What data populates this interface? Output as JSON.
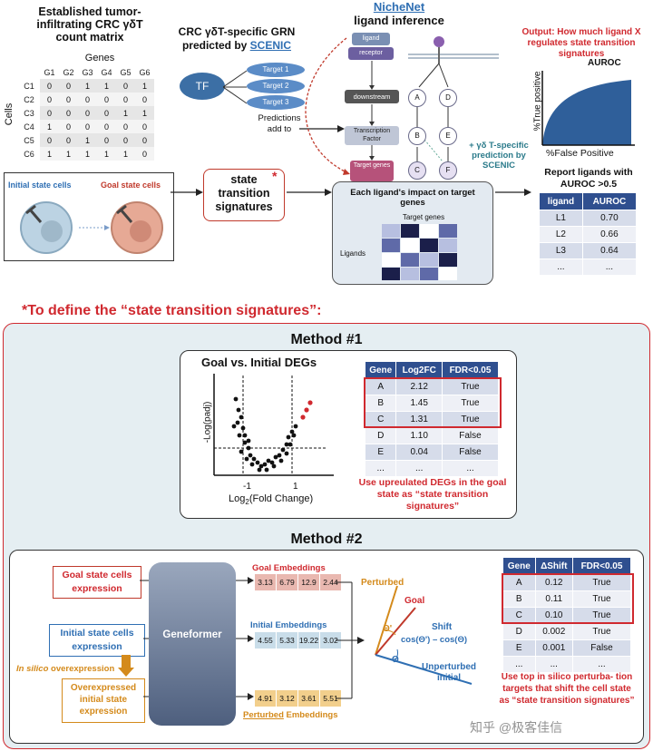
{
  "top": {
    "matrix_title": "Established tumor-infiltrating CRC γδT count matrix",
    "genes_label": "Genes",
    "cells_label": "Cells",
    "col_headers": [
      "G1",
      "G2",
      "G3",
      "G4",
      "G5",
      "G6"
    ],
    "rows": [
      {
        "cell": "C1",
        "vals": [
          "0",
          "0",
          "1",
          "1",
          "0",
          "1"
        ]
      },
      {
        "cell": "C2",
        "vals": [
          "0",
          "0",
          "0",
          "0",
          "0",
          "0"
        ]
      },
      {
        "cell": "C3",
        "vals": [
          "0",
          "0",
          "0",
          "0",
          "1",
          "1"
        ]
      },
      {
        "cell": "C4",
        "vals": [
          "1",
          "0",
          "0",
          "0",
          "0",
          "0"
        ]
      },
      {
        "cell": "C5",
        "vals": [
          "0",
          "0",
          "1",
          "0",
          "0",
          "0"
        ]
      },
      {
        "cell": "C6",
        "vals": [
          "1",
          "1",
          "1",
          "1",
          "1",
          "0"
        ]
      }
    ],
    "initial_cells": "Initial state cells",
    "goal_cells": "Goal state cells",
    "grn_title": "CRC γδT-specific GRN predicted by",
    "scenic": "SCENIC",
    "tf": "TF",
    "targets": [
      "Target 1",
      "Target 2",
      "Target 3"
    ],
    "predictions": "Predictions add to",
    "nichenet": "NicheNet",
    "ligand_inference": "ligand inference",
    "nn_boxes": {
      "ligand": "ligand",
      "receptor": "receptor",
      "downstream": "downstream",
      "tf": "Transcription Factor",
      "targets": "Target genes"
    },
    "nodes": [
      "A",
      "D",
      "B",
      "E",
      "C",
      "F"
    ],
    "gd_specific": "+ γδ T-specific prediction by SCENIC",
    "signatures": "state transition signatures",
    "asterisk": "*",
    "impact_title": "Each ligand's impact on target genes",
    "target_genes": "Target genes",
    "ligands": "Ligands",
    "heatmap": [
      [
        1,
        3,
        0,
        2
      ],
      [
        2,
        0,
        3,
        1
      ],
      [
        0,
        2,
        1,
        3
      ],
      [
        3,
        1,
        2,
        0
      ]
    ],
    "output_title": "Output: How much ligand X regulates state transition signatures",
    "auroc_label": "AUROC",
    "y_axis": "%True positive",
    "x_axis": "%False Positive",
    "report_title": "Report ligands with AUROC >0.5",
    "report_headers": [
      "ligand",
      "AUROC"
    ],
    "report_rows": [
      [
        "L1",
        "0.70"
      ],
      [
        "L2",
        "0.66"
      ],
      [
        "L3",
        "0.64"
      ],
      [
        "...",
        "..."
      ]
    ]
  },
  "define_title": "*To define the “state transition signatures”:",
  "method1": {
    "title": "Method #1",
    "plot_title": "Goal vs. Initial DEGs",
    "ylabel": "-Log(padj)",
    "xlabel": "Log2(Fold Change)",
    "xlabel_main": "Log",
    "xlabel_sub": "2",
    "xlabel_rest": "(Fold Change)",
    "tick_neg": "-1",
    "tick_pos": "1",
    "headers": [
      "Gene",
      "Log2FC",
      "FDR<0.05"
    ],
    "rows": [
      [
        "A",
        "2.12",
        "True"
      ],
      [
        "B",
        "1.45",
        "True"
      ],
      [
        "C",
        "1.31",
        "True"
      ],
      [
        "D",
        "1.10",
        "False"
      ],
      [
        "E",
        "0.04",
        "False"
      ],
      [
        "...",
        "...",
        "..."
      ]
    ],
    "note": "Use upreulated DEGs in the goal state as “state transition signatures”"
  },
  "method2": {
    "title": "Method #2",
    "goal_expr": "Goal state cells expression",
    "initial_expr": "Initial state cells expression",
    "in_silico": "In silico",
    "overexpression": "overexpression",
    "overexpressed": "Overexpressed initial state expression",
    "geneformer": "Geneformer",
    "goal_emb": "Goal Embeddings",
    "goal_vals": [
      "3.13",
      "6.79",
      "12.9",
      "2.44"
    ],
    "init_emb": "Initial Embeddings",
    "init_vals": [
      "4.55",
      "5.33",
      "19.22",
      "3.02"
    ],
    "pert_emb_word": "Perturbed",
    "pert_emb_rest": "Embeddings",
    "pert_vals": [
      "4.91",
      "3.12",
      "3.61",
      "5.51"
    ],
    "perturbed": "Perturbed",
    "goal": "Goal",
    "shift": "Shift",
    "shift_formula": "cos(Θ') – cos(Θ)",
    "theta_p": "Θ'",
    "theta": "Θ",
    "unperturbed": "Unperturbed initial",
    "headers": [
      "Gene",
      "ΔShift",
      "FDR<0.05"
    ],
    "rows": [
      [
        "A",
        "0.12",
        "True"
      ],
      [
        "B",
        "0.11",
        "True"
      ],
      [
        "C",
        "0.10",
        "True"
      ],
      [
        "D",
        "0.002",
        "True"
      ],
      [
        "E",
        "0.001",
        "False"
      ],
      [
        "...",
        "...",
        "..."
      ]
    ],
    "note": "Use top in silico perturba- tion targets that shift the cell state as “state transition signatures”",
    "watermark": "知乎 @极客佳信"
  },
  "colors": {
    "red": "#d0292f",
    "navy": "#2f4f8f",
    "blue": "#2f6fb3",
    "orange": "#d48a1b",
    "panel": "#e5eef2"
  }
}
